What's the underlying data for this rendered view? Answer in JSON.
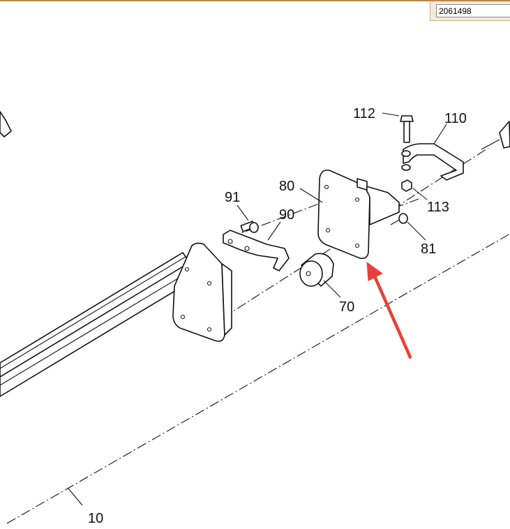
{
  "document_id": {
    "value": "2061498"
  },
  "callouts": {
    "c112": "112",
    "c110": "110",
    "c80": "80",
    "c91": "91",
    "c90": "90",
    "c113": "113",
    "c81": "81",
    "c70": "70",
    "c10": "10"
  },
  "colors": {
    "arrow": "#e8413c",
    "line": "#111111"
  }
}
